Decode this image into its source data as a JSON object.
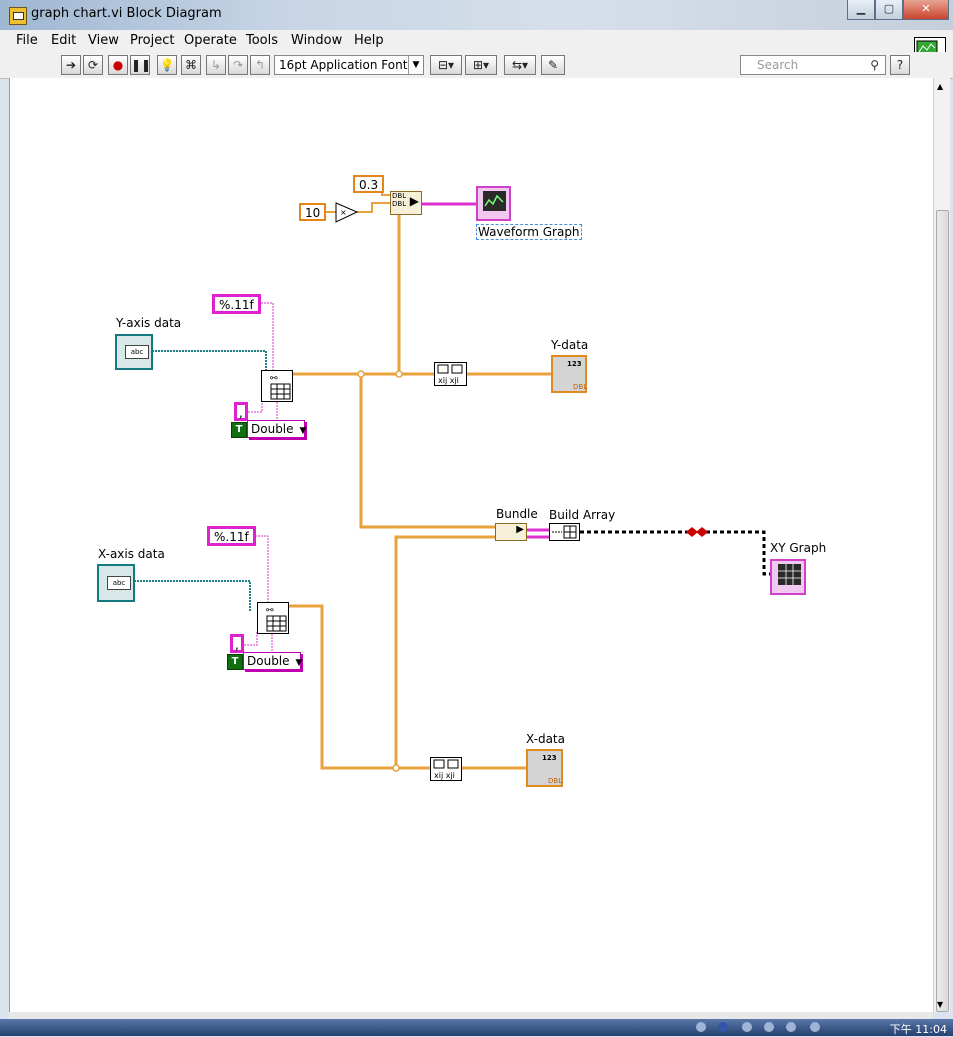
{
  "window": {
    "title": "graph chart.vi Block Diagram",
    "controls": {
      "minimize": "▁",
      "maximize": "▢",
      "close": "✕"
    }
  },
  "menu": [
    "File",
    "Edit",
    "View",
    "Project",
    "Operate",
    "Tools",
    "Window",
    "Help"
  ],
  "toolbar": {
    "font": "16pt Application Font",
    "search_placeholder": "Search",
    "help_label": "?"
  },
  "diagram": {
    "constants": {
      "c03": "0.3",
      "c10": "10",
      "fmt_y": "%.11f",
      "fmt_x": "%.11f",
      "sep_y": ",",
      "sep_x": ","
    },
    "rings": {
      "type_y": "Double",
      "type_x": "Double"
    },
    "bool_label": "T",
    "labels": {
      "waveform_graph": "Waveform Graph",
      "y_axis_data": "Y-axis data",
      "y_data": "Y-data",
      "bundle": "Bundle",
      "build_array": "Build Array",
      "xy_graph": "XY Graph",
      "x_axis_data": "X-axis data",
      "x_data": "X-data"
    },
    "terminal_text": {
      "dbl": "DBL",
      "num": "123",
      "abc": "abc"
    }
  },
  "taskbar": {
    "clock": "下午 11:04"
  },
  "colors": {
    "orange_wire": "#e8a23c",
    "pink_wire": "#e030d0",
    "teal_wire": "#1e7f86",
    "canvas": "#ffffff"
  }
}
